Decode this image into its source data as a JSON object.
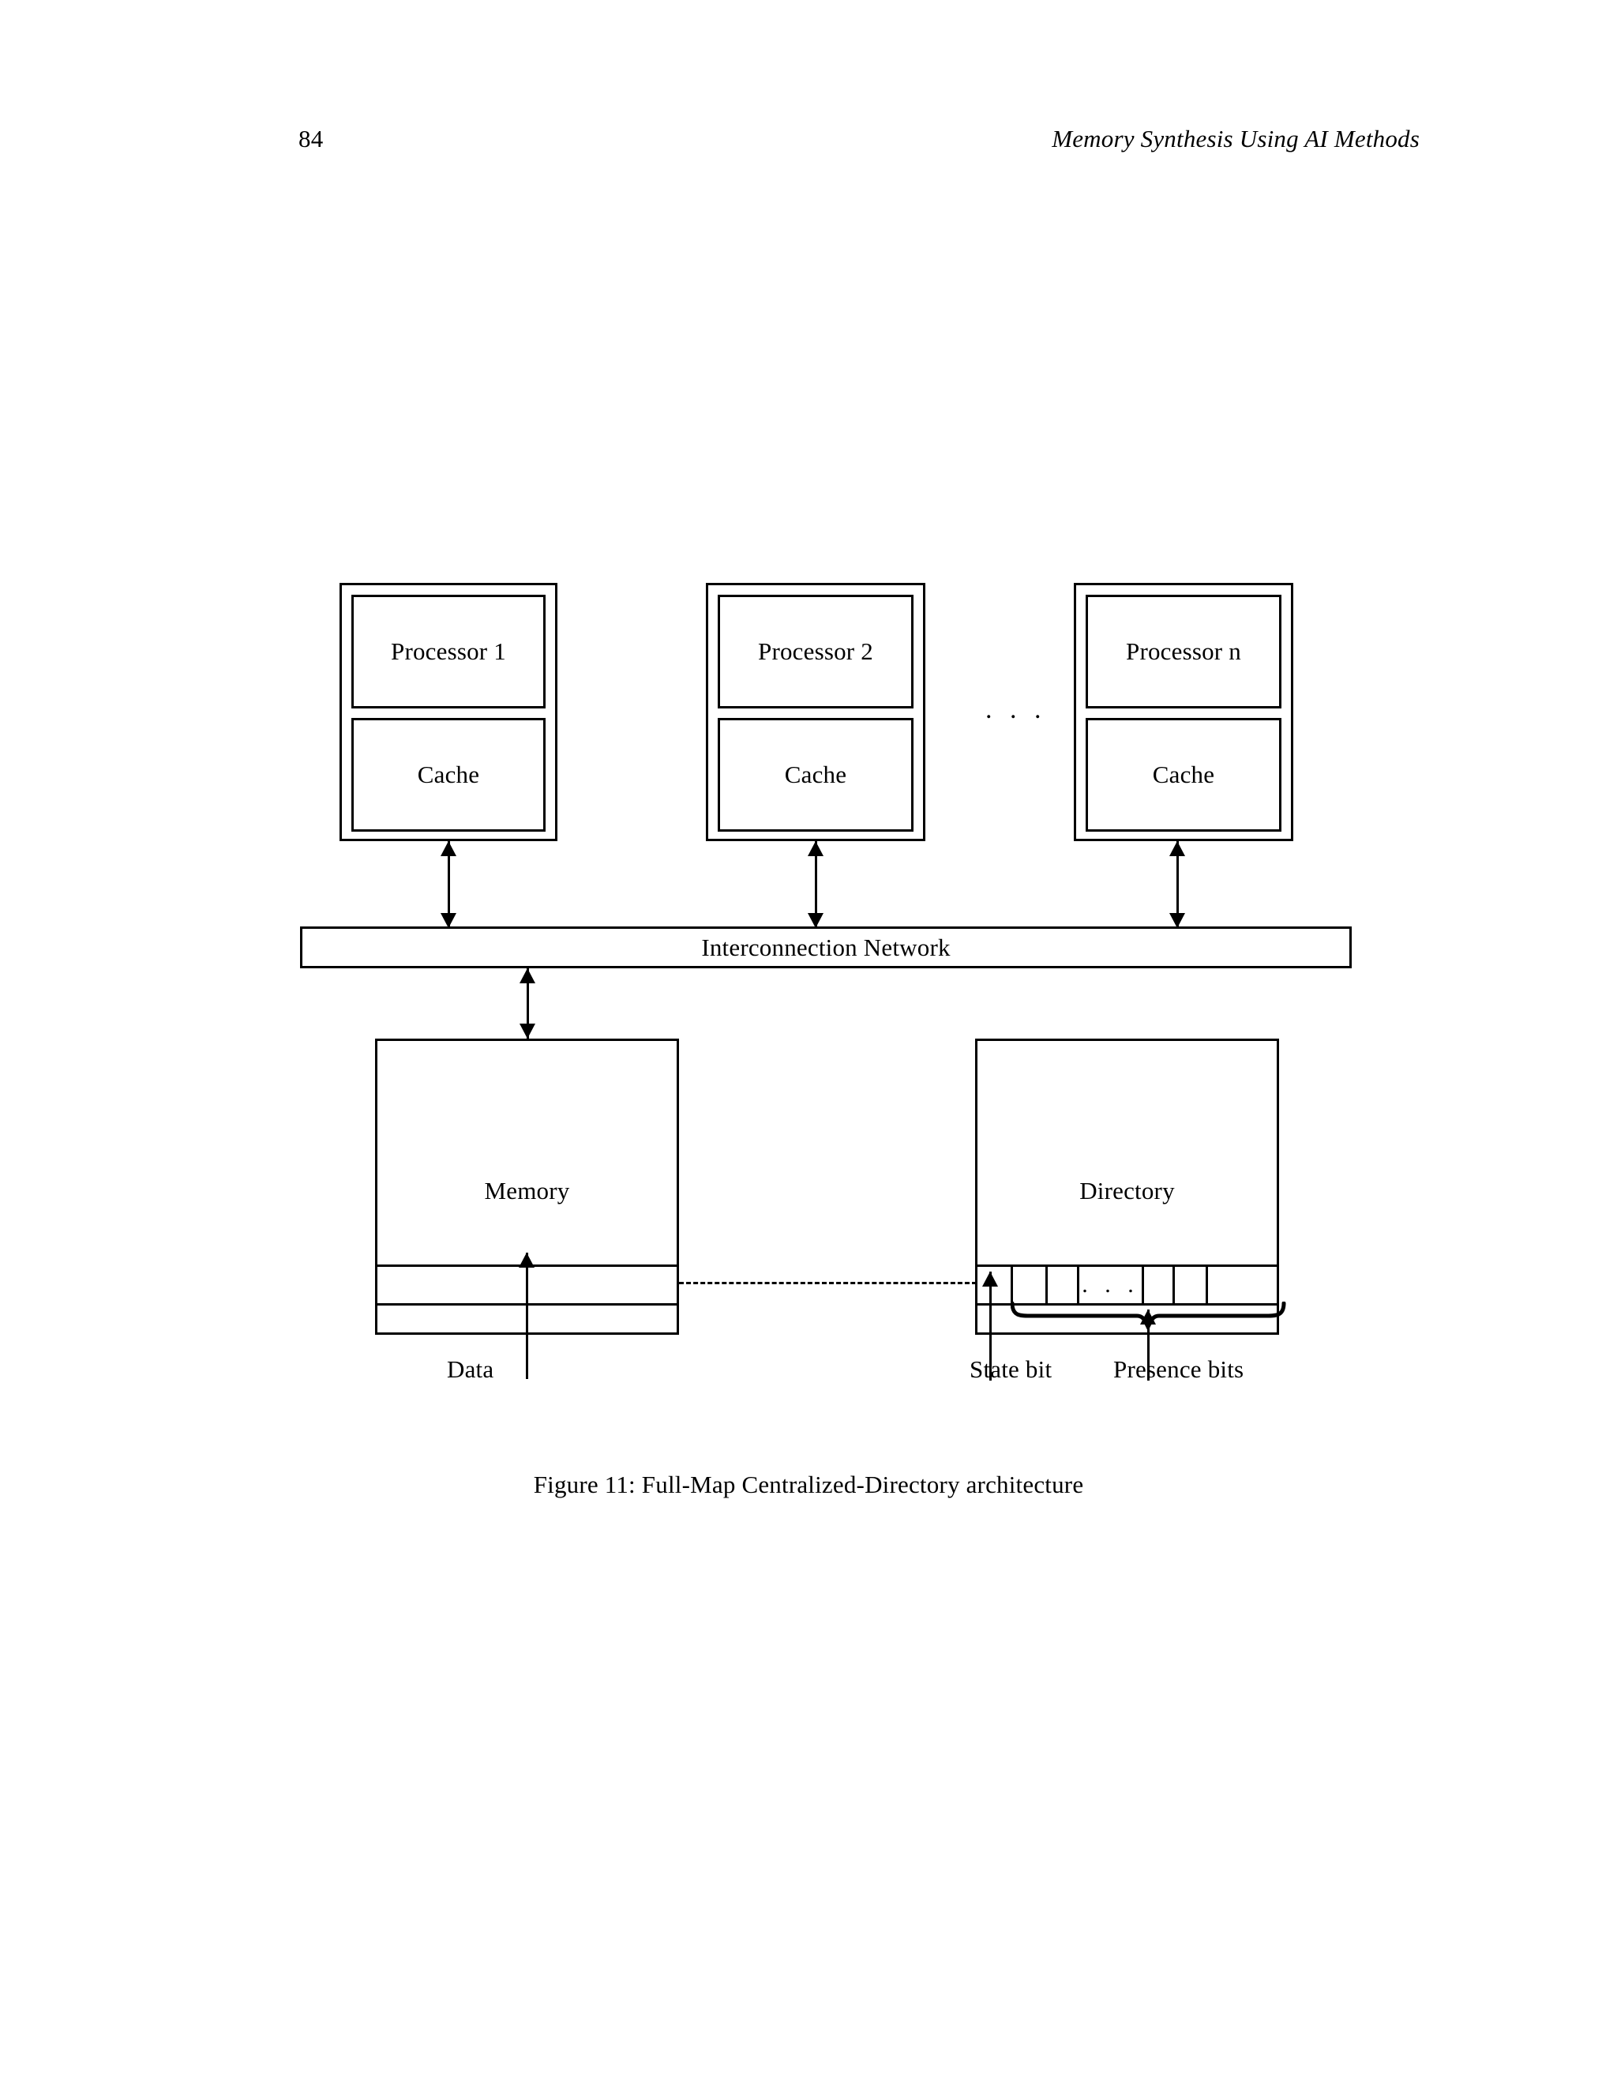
{
  "page": {
    "number": "84",
    "running_title": "Memory Synthesis Using AI Methods"
  },
  "figure": {
    "caption": "Figure 11: Full-Map Centralized-Directory architecture",
    "nodes": [
      {
        "processor_label": "Processor 1",
        "cache_label": "Cache"
      },
      {
        "processor_label": "Processor 2",
        "cache_label": "Cache"
      },
      {
        "processor_label": "Processor n",
        "cache_label": "Cache"
      }
    ],
    "node_ellipsis": ". . .",
    "bus_label": "Interconnection Network",
    "memory": {
      "title": "Memory",
      "data_label": "Data"
    },
    "directory": {
      "title": "Directory",
      "state_bit_label": "State bit",
      "presence_bits_label": "Presence bits",
      "presence_ellipsis": ". . .",
      "presence_cell_count": 6
    }
  }
}
